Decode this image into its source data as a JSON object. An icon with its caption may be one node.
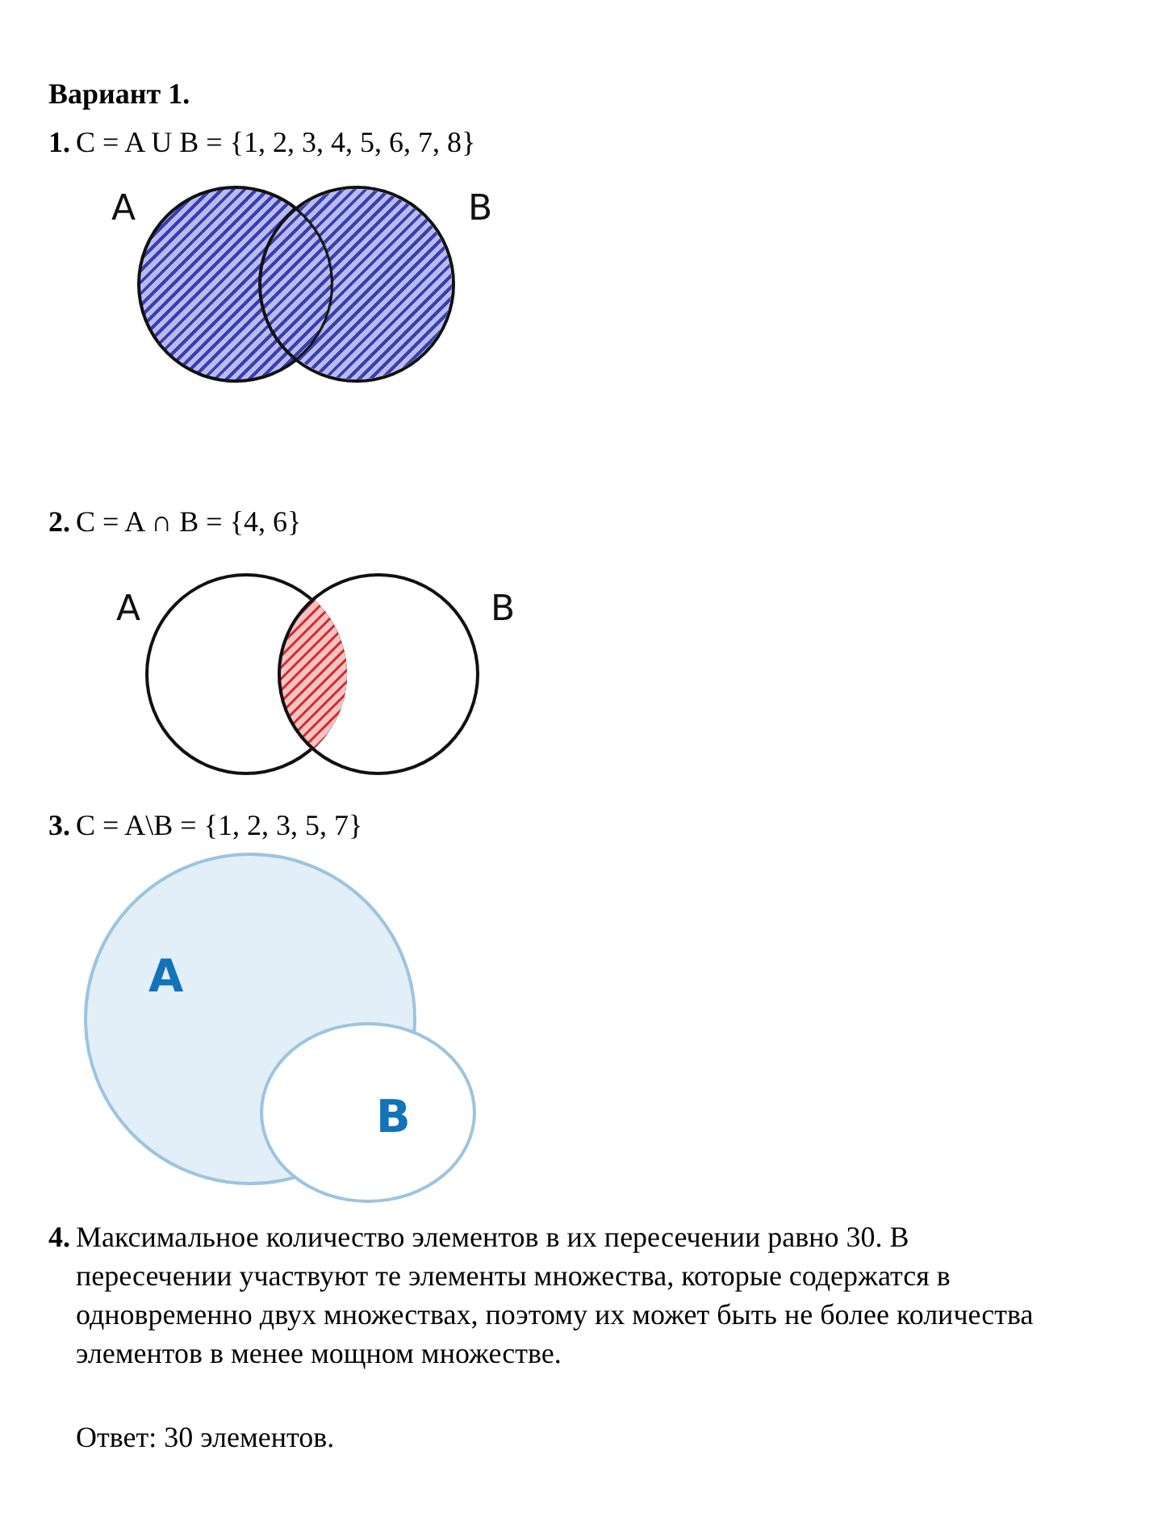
{
  "diagram": {
    "title": "Вариант 1.",
    "nodes": [
      {
        "text": [
          "A"
        ]
      },
      {
        "text": [
          "B"
        ]
      },
      {
        "text": [
          "A"
        ]
      },
      {
        "text": [
          "B"
        ]
      },
      {
        "text": [
          "A"
        ]
      },
      {
        "text": [
          "B"
        ]
      }
    ],
    "edges": [],
    "labels": [
      "1.",
      "C = A U B = {1, 2, 3, 4, 5, 6, 7, 8}",
      "2.",
      "C = A ∩ B = {4, 6}",
      "3.",
      "C = A\\B = {1, 2, 3, 5, 7}",
      "4.",
      "Максимальное количество элементов в их пересечении равно 30. В пересечении участвуют те элементы множества, которые содержатся в одновременно двух множествах, поэтому их может быть не более количества элементов в менее мощном множестве.",
      "Ответ: 30 элементов."
    ]
  }
}
